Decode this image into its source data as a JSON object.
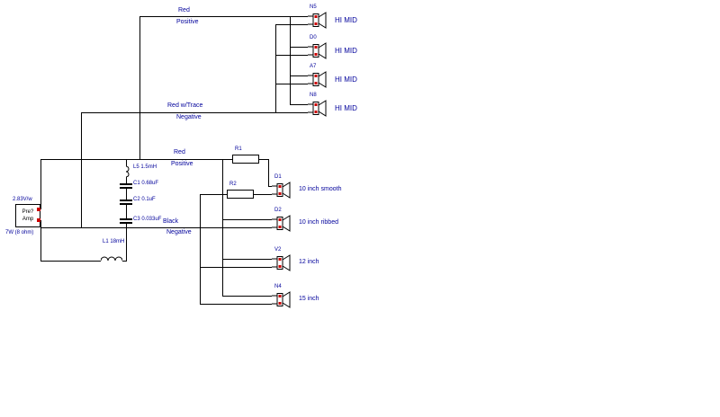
{
  "labels": {
    "top_pos_1": "Red",
    "top_pos_2": "Positive",
    "top_neg_1": "Red w/Trace",
    "top_neg_2": "Negative",
    "mid_pos_1": "Red",
    "mid_pos_2": "Positive",
    "mid_neg_1": "Black",
    "mid_neg_2": "Negative"
  },
  "amp": {
    "rating": "2.83V/w",
    "line1": "Pre?",
    "line2": "Amp",
    "load": "7W (8 ohm)"
  },
  "resistors": {
    "r1": "R1",
    "r2": "R2"
  },
  "crossover": [
    {
      "ref": "L5",
      "value": "1.5mH"
    },
    {
      "ref": "C1",
      "value": "0.68uF"
    },
    {
      "ref": "C2",
      "value": "0.1uF"
    },
    {
      "ref": "C3",
      "value": "0.033uF"
    },
    {
      "ref": "L1",
      "value": "18mH"
    }
  ],
  "hi_speakers": [
    {
      "code": "N5",
      "label": "HI MID"
    },
    {
      "code": "D0",
      "label": "HI MID"
    },
    {
      "code": "A7",
      "label": "HI MID"
    },
    {
      "code": "N8",
      "label": "HI MID"
    }
  ],
  "low_speakers": [
    {
      "code": "D1",
      "label": "10 inch smooth"
    },
    {
      "code": "D2",
      "label": "10 inch ribbed"
    },
    {
      "code": "V2",
      "label": "12 inch"
    },
    {
      "code": "N4",
      "label": "15 inch"
    }
  ],
  "colors": {
    "wire": "#000000",
    "label": "#00009b",
    "polarity": "#cc0000"
  }
}
